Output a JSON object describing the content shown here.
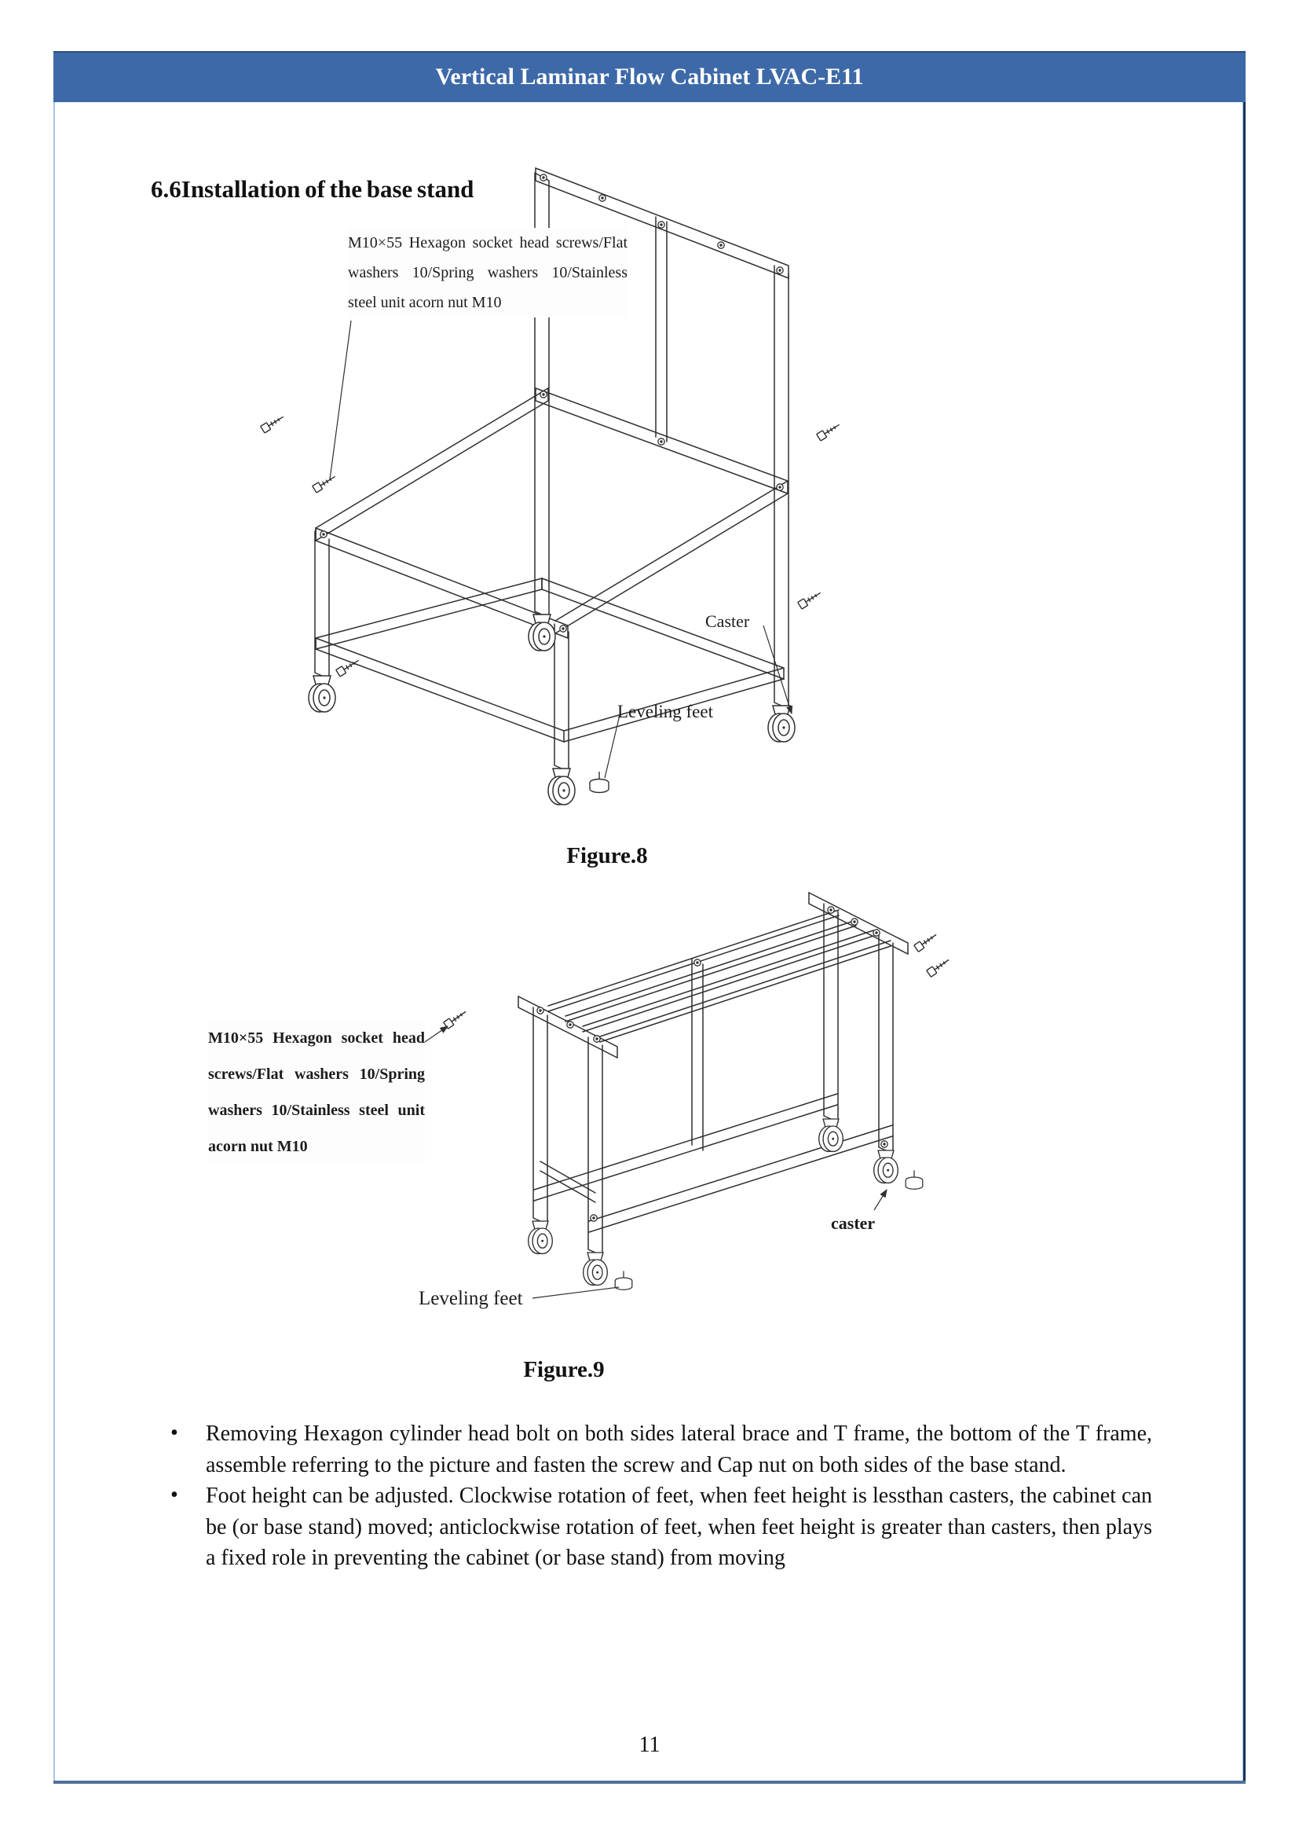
{
  "header": {
    "title": "Vertical Laminar Flow Cabinet LVAC-E11"
  },
  "section": {
    "heading": "6.6Installation of the base stand"
  },
  "figure8": {
    "caption": "Figure.8",
    "annotation_lines": [
      "M10×55 Hexagon socket head screws/Flat",
      "washers 10/Spring washers 10/Stainless",
      "steel unit acorn nut M10"
    ],
    "labels": {
      "caster": "Caster",
      "leveling_feet": "Leveling feet"
    }
  },
  "figure9": {
    "caption": "Figure.9",
    "annotation_lines": [
      "M10×55 Hexagon socket head",
      "screws/Flat washers 10/Spring",
      "washers 10/Stainless steel unit",
      "acorn nut M10"
    ],
    "labels": {
      "caster": "caster",
      "leveling_feet": "Leveling feet"
    }
  },
  "bullets": [
    "Removing Hexagon cylinder head bolt on both sides lateral brace and T frame, the bottom of the T frame, assemble referring to the picture and fasten the screw and Cap nut on both sides of the base stand.",
    "Foot height can be adjusted. Clockwise rotation of feet, when feet height is lessthan casters, the cabinet can be (or base stand) moved; anticlockwise rotation of feet, when feet height is greater than casters, then plays a fixed role in preventing the cabinet (or base stand) from moving"
  ],
  "page": {
    "number": "11"
  },
  "colors": {
    "header_bar": "#3e69a8",
    "border_light": "#a9c4e4",
    "border_dark": "#17365d",
    "border_bottom": "#51719f",
    "drawing_line": "#2f2f2f",
    "text": "#111111"
  }
}
